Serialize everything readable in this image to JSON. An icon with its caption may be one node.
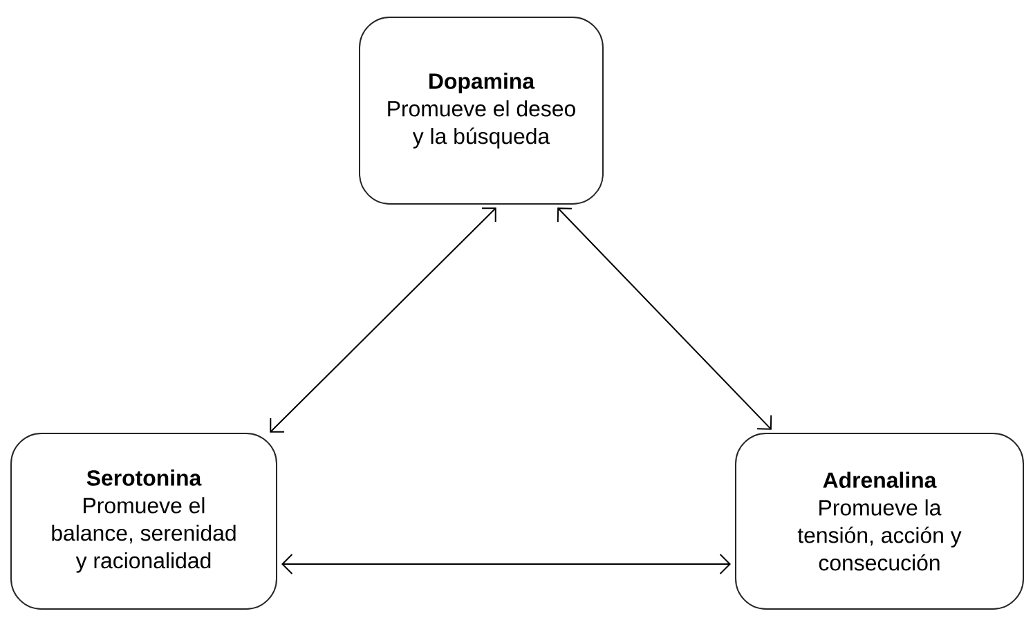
{
  "diagram": {
    "nodes": [
      {
        "text": [
          "Dopamina",
          "Promueve el deseo y la búsqueda"
        ]
      },
      {
        "text": [
          "Serotonina",
          "Promueve el balance, serenidad y racionalidad"
        ]
      },
      {
        "text": [
          "Adrenalina",
          "Promueve la tensión, acción y consecución"
        ]
      }
    ],
    "edges": [
      {
        "from": 0,
        "to": 1,
        "arrow": "both"
      },
      {
        "from": 0,
        "to": 2,
        "arrow": "both"
      },
      {
        "from": 1,
        "to": 2,
        "arrow": "both"
      }
    ]
  }
}
